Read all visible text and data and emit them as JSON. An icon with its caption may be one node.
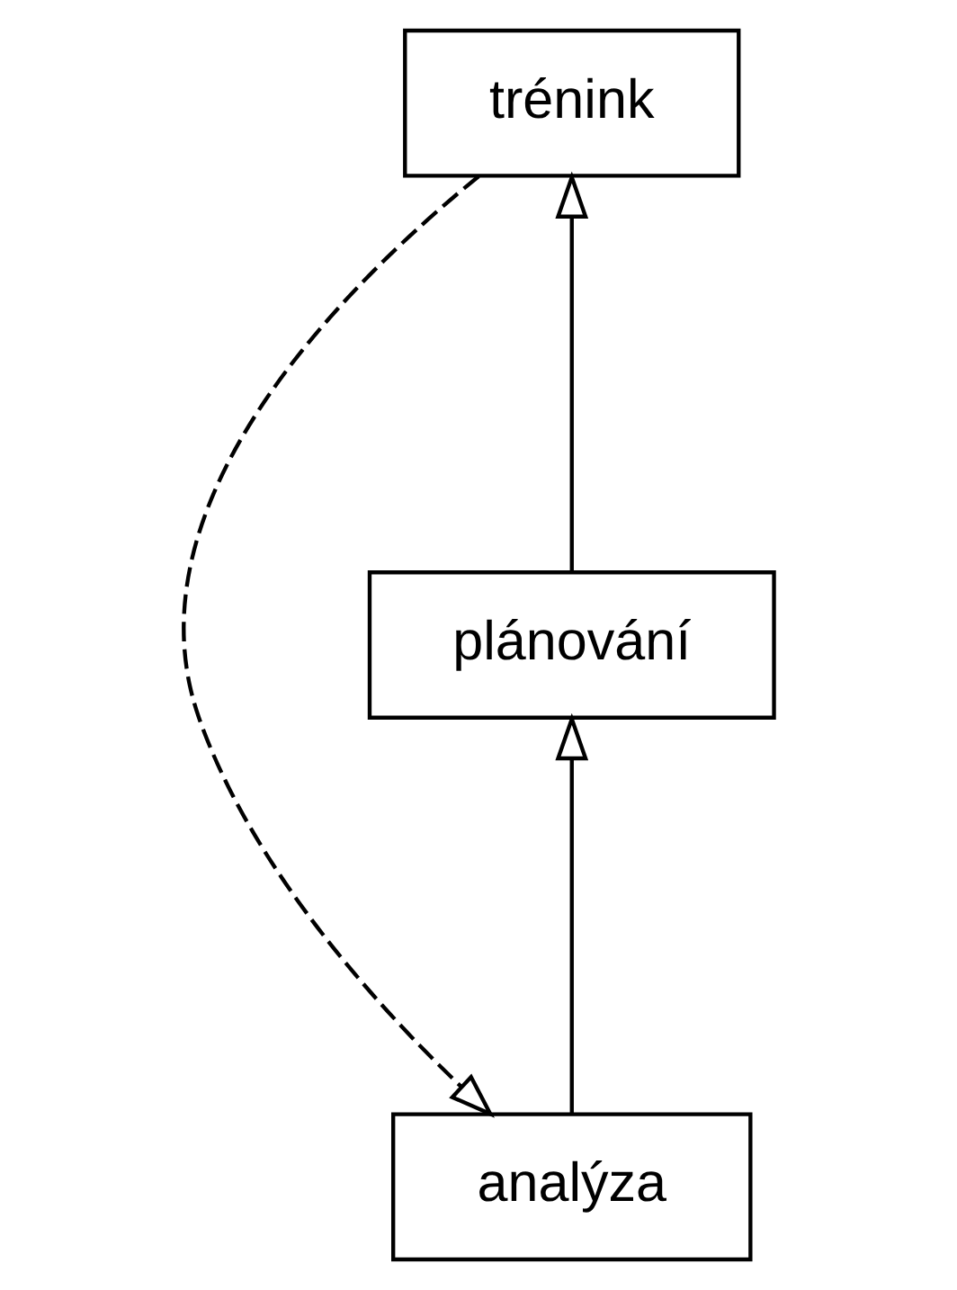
{
  "diagram": {
    "nodes": [
      {
        "text": [
          "trénink"
        ]
      },
      {
        "text": [
          "plánování"
        ]
      },
      {
        "text": [
          "analýza"
        ]
      }
    ],
    "edges": [
      {
        "from": 2,
        "to": 1,
        "arrow": "to"
      },
      {
        "from": 1,
        "to": 0,
        "arrow": "to"
      },
      {
        "from": 0,
        "to": 2,
        "arrow": "to",
        "style": "dashed"
      }
    ]
  }
}
